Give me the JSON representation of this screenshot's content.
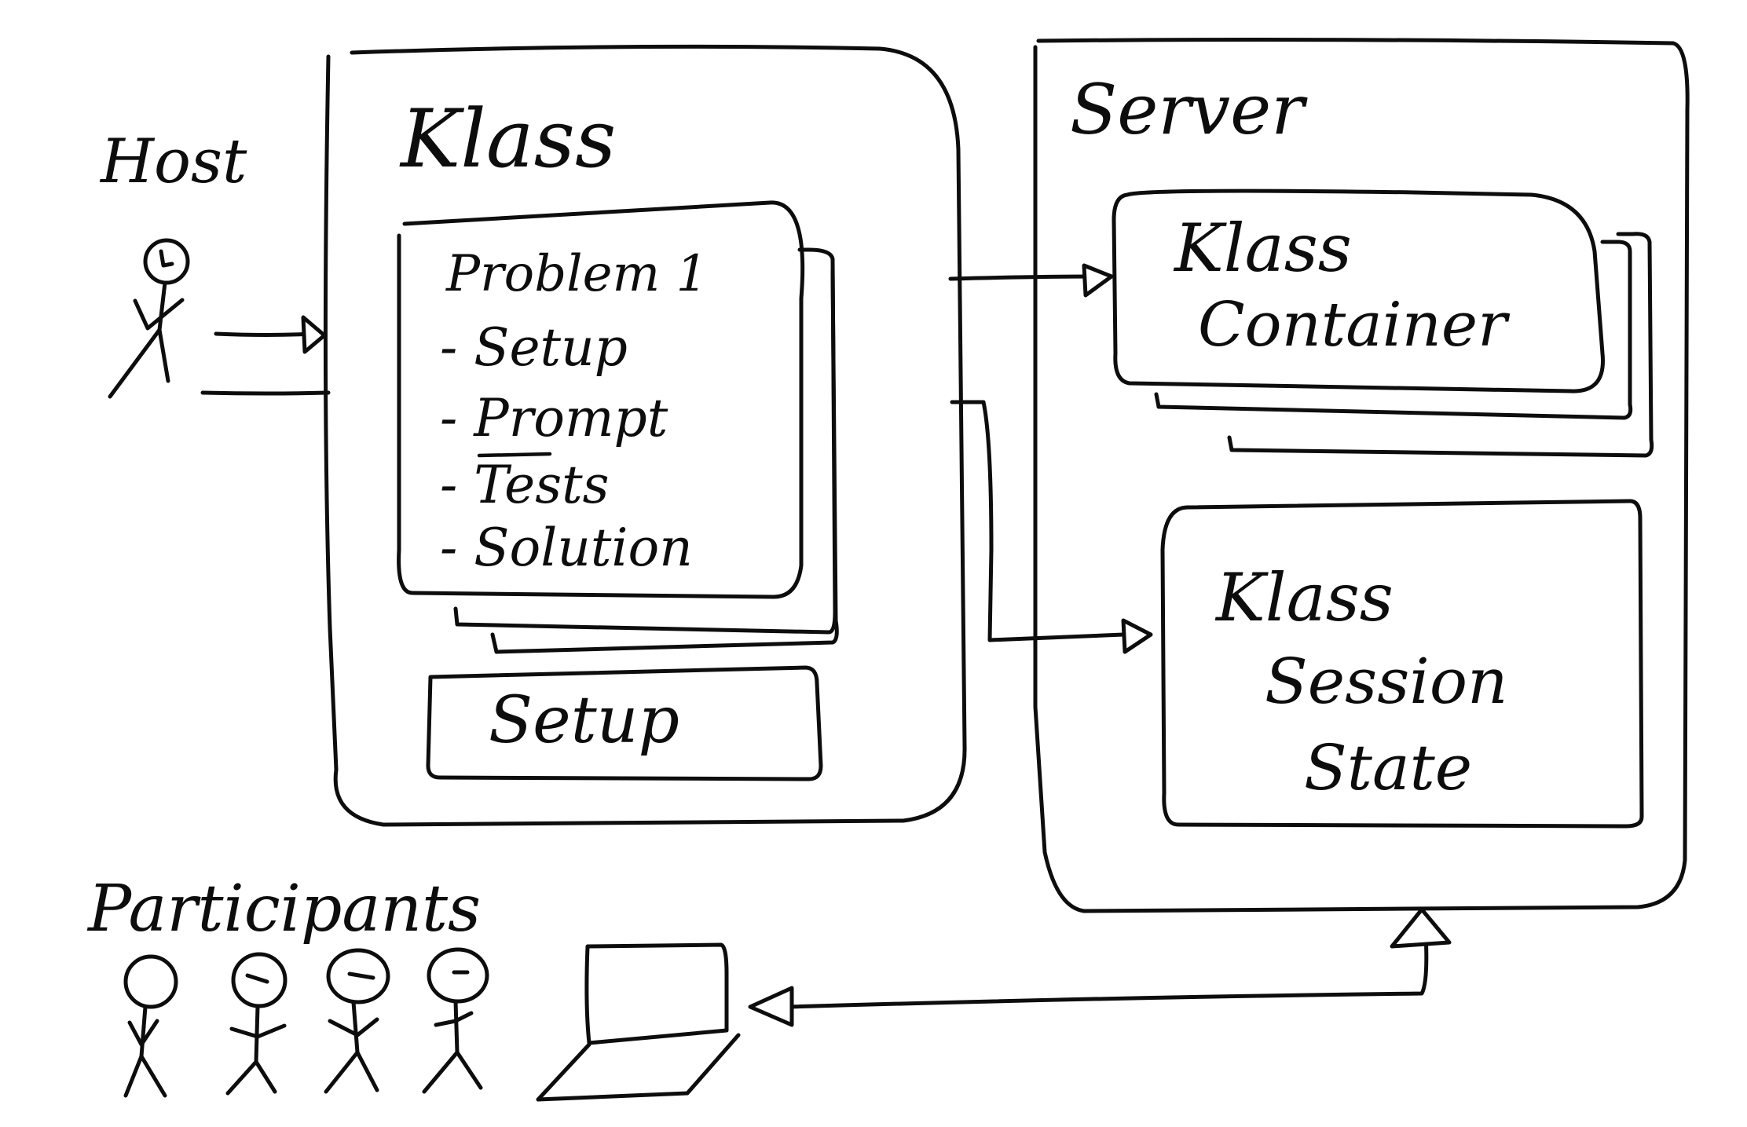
{
  "host": {
    "label": "Host"
  },
  "participants": {
    "label": "Participants"
  },
  "klass": {
    "title": "Klass",
    "problem": {
      "title": "Problem 1",
      "items": [
        "- Setup",
        "- Prompt",
        "- Tests",
        "- Solution"
      ]
    },
    "setup_label": "Setup"
  },
  "server": {
    "title": "Server",
    "container_label": [
      "Klass",
      "Container"
    ],
    "session_label": [
      "Klass",
      "Session",
      "State"
    ]
  }
}
